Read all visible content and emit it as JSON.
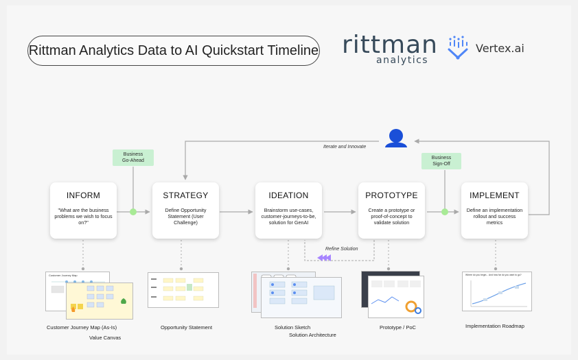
{
  "title": "Rittman Analytics Data to AI Quickstart Timeline",
  "logos": {
    "rittman_word": "rittman",
    "rittman_sub": "analytics",
    "vertex": "Vertex.ai",
    "vertex_icon": "vertex-ai-icon"
  },
  "stages": [
    {
      "title": "INFORM",
      "desc": "\"What are the business problems we wish to focus on?\""
    },
    {
      "title": "STRATEGY",
      "desc": "Define Opportunity Statement (User Challenge)"
    },
    {
      "title": "IDEATION",
      "desc": "Brainstorm use-cases, customer-journeys-to-be, solution for GenAI"
    },
    {
      "title": "PROTOTYPE",
      "desc": "Create a prototype or proof-of-concept to validate solution"
    },
    {
      "title": "IMPLEMENT",
      "desc": "Define an implementation rollout and success metrics"
    }
  ],
  "gates": [
    {
      "label_line1": "Business",
      "label_line2": "Go-Ahead"
    },
    {
      "label_line1": "Business",
      "label_line2": "Sign-Off"
    }
  ],
  "loops": {
    "iterate": "Iterate and Innovate",
    "refine": "Refine Solution",
    "iterate_icon": "people-icon"
  },
  "artifacts": {
    "inform": [
      "Customer Journey Map (As-Is)",
      "Value Canvas"
    ],
    "strategy": [
      "Opportunity Statement"
    ],
    "ideation": [
      "Solution Sketch",
      "Solution Architecture"
    ],
    "prototype": [
      "Prototype / PoC"
    ],
    "implement": [
      "Implementation Roadmap"
    ]
  },
  "thumbnails": {
    "journey_map_title": "Customer Journey Map",
    "roadmap_title": "Where do you begin... And how far do you want to go?"
  },
  "colors": {
    "gate_dot": "#a8ea96",
    "gate_label_bg": "#c9f0d2",
    "refine_arrow": "#a785ff",
    "people_icon": "#1a4fd8",
    "connector": "#a9a9a9"
  }
}
